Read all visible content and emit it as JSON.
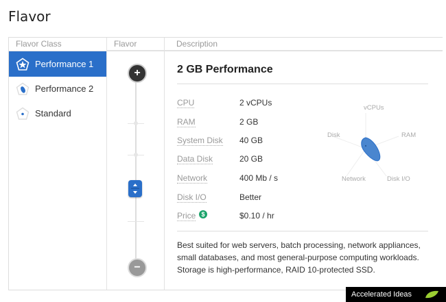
{
  "page": {
    "title": "Flavor"
  },
  "columns": {
    "flavor_class": "Flavor Class",
    "flavor": "Flavor",
    "description": "Description"
  },
  "flavor_classes": [
    {
      "label": "Performance 1",
      "icon": "pentagon-star-icon",
      "selected": true
    },
    {
      "label": "Performance 2",
      "icon": "pentagon-leaf-icon",
      "selected": false
    },
    {
      "label": "Standard",
      "icon": "pentagon-dot-icon",
      "selected": false
    }
  ],
  "slider": {
    "increase": "+",
    "decrease": "−",
    "handle": "⇕"
  },
  "detail": {
    "title": "2 GB Performance",
    "specs": [
      {
        "label": "CPU",
        "value": "2 vCPUs"
      },
      {
        "label": "RAM",
        "value": "2 GB"
      },
      {
        "label": "System Disk",
        "value": "40 GB"
      },
      {
        "label": "Data Disk",
        "value": "20 GB"
      },
      {
        "label": "Network",
        "value": "400 Mb / s"
      },
      {
        "label": "Disk I/O",
        "value": "Better"
      },
      {
        "label": "Price",
        "value": "$0.10 / hr",
        "icon": "dollar-icon"
      }
    ],
    "radar": {
      "axes": [
        "vCPUs",
        "RAM",
        "Disk I/O",
        "Network",
        "Disk"
      ],
      "fill": "#4a86cf"
    },
    "blurb": "Best suited for web servers, batch processing, network appliances, small databases, and most general-purpose computing workloads. Storage is high-performance, RAID 10-protected SSD."
  },
  "watermark": {
    "text": "Accelerated Ideas"
  },
  "colors": {
    "accent": "#2a6fc9",
    "price_icon": "#1aa36a"
  }
}
